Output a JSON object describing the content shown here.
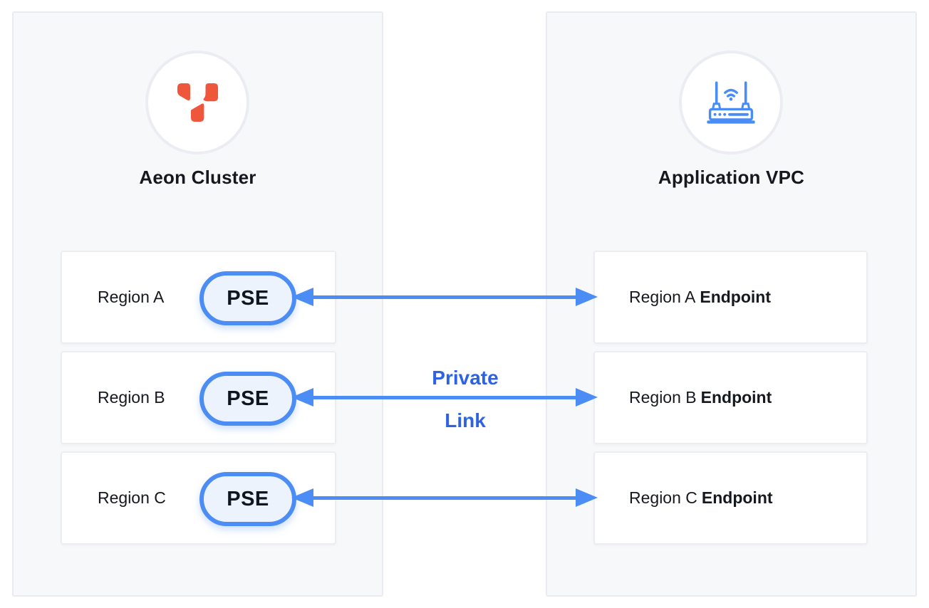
{
  "left_panel": {
    "title": "Aeon Cluster",
    "rows": [
      {
        "label": "Region A",
        "badge": "PSE"
      },
      {
        "label": "Region B",
        "badge": "PSE"
      },
      {
        "label": "Region C",
        "badge": "PSE"
      }
    ]
  },
  "right_panel": {
    "title": "Application VPC",
    "rows": [
      {
        "label": "Region A",
        "suffix": "Endpoint"
      },
      {
        "label": "Region B",
        "suffix": "Endpoint"
      },
      {
        "label": "Region C",
        "suffix": "Endpoint"
      }
    ]
  },
  "connector": {
    "label_line1": "Private",
    "label_line2": "Link"
  },
  "icons": {
    "left_circle": "aeon-logo-icon",
    "right_circle": "wifi-router-icon"
  },
  "colors": {
    "arrow_blue": "#4B8DF4",
    "link_text_blue": "#2D63E2",
    "logo_orange": "#EF573C",
    "panel_bg": "#F7F8FA",
    "panel_border": "#E9EBF1",
    "row_border": "#ECEDF1",
    "pill_fill": "#EDF3FC",
    "text_dark": "#15181E"
  }
}
